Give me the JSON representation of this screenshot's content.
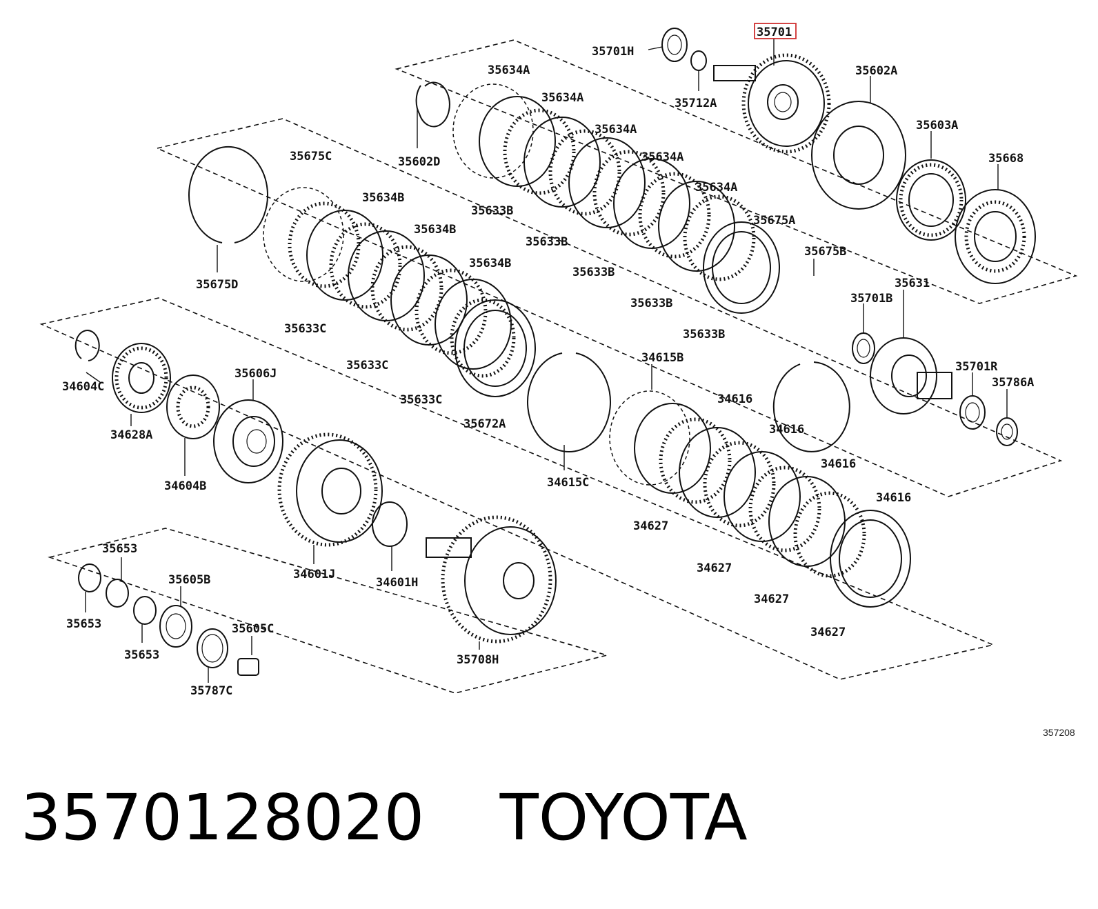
{
  "diagram": {
    "diagram_id": "357208",
    "highlighted_callout": "35701",
    "callouts": [
      "35701",
      "35701H",
      "35712A",
      "35602A",
      "35603A",
      "35668",
      "35634A",
      "35634A",
      "35634A",
      "35634A",
      "35634A",
      "35602D",
      "35633B",
      "35633B",
      "35633B",
      "35633B",
      "35633B",
      "35675A",
      "35675B",
      "35701B",
      "35631",
      "35701R",
      "35786A",
      "35675C",
      "35634B",
      "35634B",
      "35634B",
      "35675D",
      "35633C",
      "35633C",
      "35633C",
      "35672A",
      "34615B",
      "34616",
      "34616",
      "34616",
      "34616",
      "34615C",
      "34627",
      "34627",
      "34627",
      "34627",
      "34604C",
      "35606J",
      "34628A",
      "34604B",
      "34601J",
      "34601H",
      "35653",
      "35653",
      "35653",
      "35605B",
      "35605C",
      "35787C",
      "35708H"
    ]
  },
  "footer": {
    "part_number": "3570128020",
    "brand": "TOYOTA"
  }
}
